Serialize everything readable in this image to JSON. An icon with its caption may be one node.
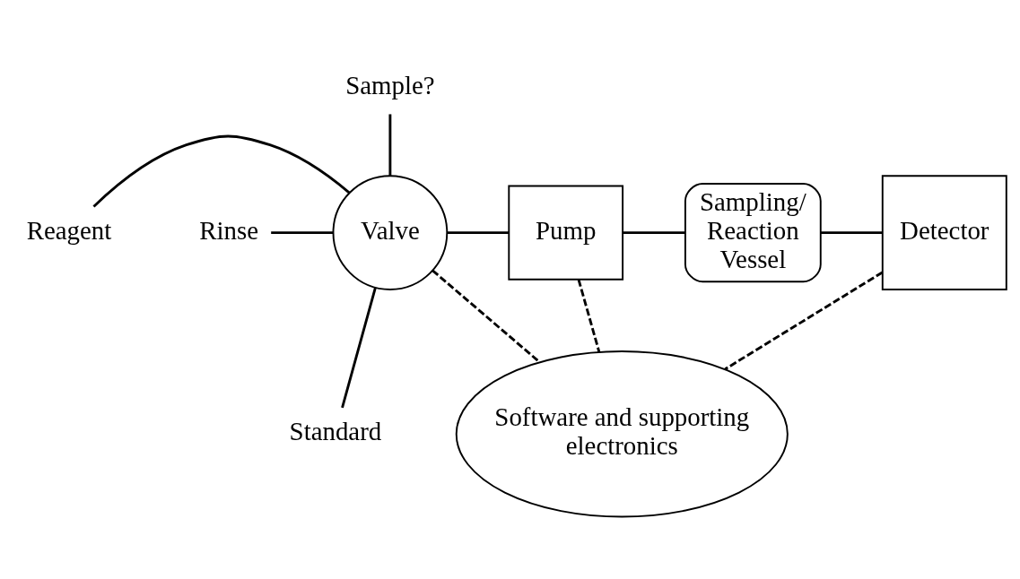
{
  "diagram": {
    "nodes": [
      {
        "text": [
          "Sample?"
        ]
      },
      {
        "text": [
          "Reagent"
        ]
      },
      {
        "text": [
          "Valve"
        ]
      },
      {
        "text": [
          "Pump"
        ]
      },
      {
        "text": [
          "Sampling/ Reaction Vessel"
        ]
      },
      {
        "text": [
          "Detector"
        ]
      },
      {
        "text": [
          "Rinse"
        ]
      },
      {
        "text": [
          "Standard"
        ]
      },
      {
        "text": [
          "Software and supporting electronics"
        ]
      }
    ],
    "edges": [
      {
        "from": 0,
        "to": 2,
        "arrow": "none"
      },
      {
        "from": 1,
        "to": 2,
        "arrow": "none"
      },
      {
        "from": 6,
        "to": 2,
        "arrow": "none"
      },
      {
        "from": 2,
        "to": 7,
        "arrow": "none"
      },
      {
        "from": 2,
        "to": 3,
        "arrow": "none"
      },
      {
        "from": 3,
        "to": 4,
        "arrow": "none"
      },
      {
        "from": 4,
        "to": 5,
        "arrow": "none"
      },
      {
        "from": 2,
        "to": 8,
        "arrow": "none",
        "style": "dashed"
      },
      {
        "from": 3,
        "to": 8,
        "arrow": "none",
        "style": "dashed"
      },
      {
        "from": 5,
        "to": 8,
        "arrow": "none",
        "style": "dashed"
      }
    ]
  }
}
